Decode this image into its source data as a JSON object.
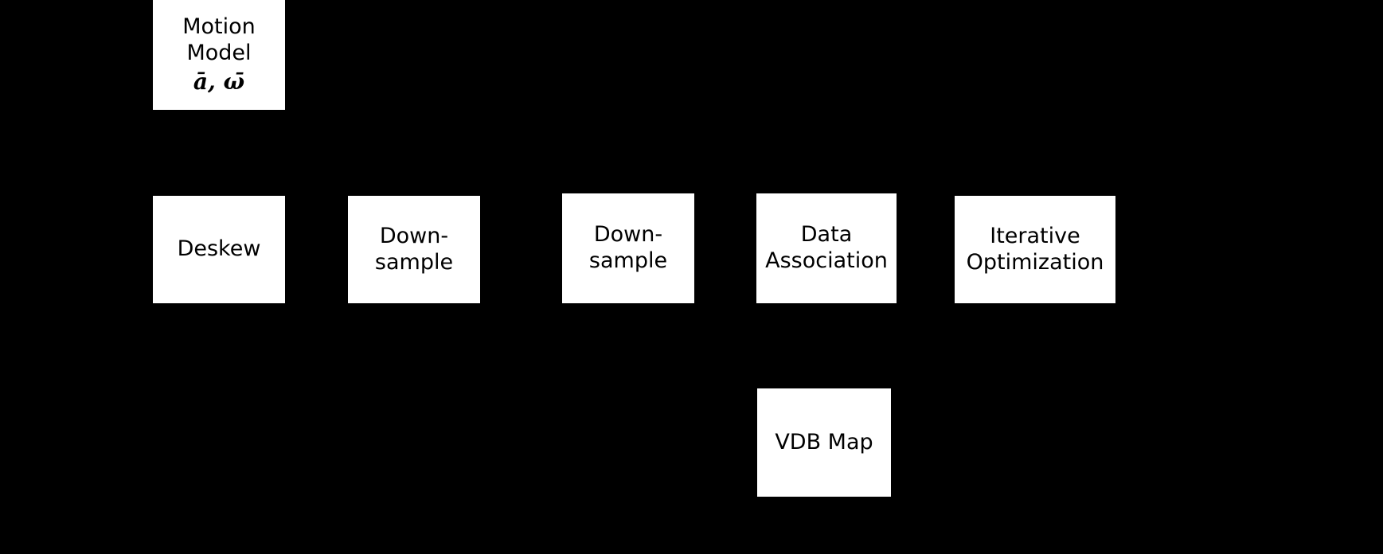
{
  "colors": {
    "background": "#000000",
    "node_fill": "#ffffff",
    "node_text": "#000000"
  },
  "diagram": {
    "nodes": {
      "motion_model": {
        "line1": "Motion",
        "line2": "Model",
        "math": "ā, ω̄"
      },
      "deskew": {
        "line1": "Deskew"
      },
      "downsample1": {
        "line1": "Down-",
        "line2": "sample"
      },
      "downsample2": {
        "line1": "Down-",
        "line2": "sample"
      },
      "data_association": {
        "line1": "Data",
        "line2": "Association"
      },
      "iterative_optimization": {
        "line1": "Iterative",
        "line2": "Optimization"
      },
      "vdb_map": {
        "line1": "VDB Map"
      }
    }
  }
}
